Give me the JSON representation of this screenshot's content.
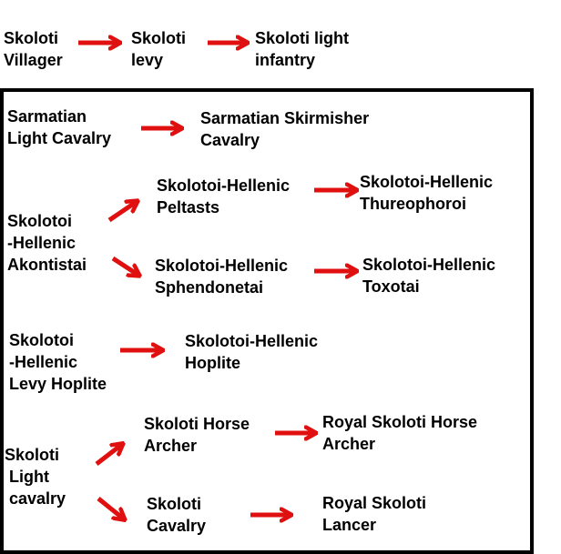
{
  "colors": {
    "arrow": "#e01010",
    "text": "#000000",
    "border": "#000000"
  },
  "top_chain": [
    {
      "lines": [
        "Skoloti",
        "Villager"
      ]
    },
    {
      "lines": [
        "Skoloti",
        "levy"
      ]
    },
    {
      "lines": [
        "Skoloti light",
        "infantry"
      ]
    }
  ],
  "sarmatian": [
    {
      "lines": [
        "Sarmatian",
        "Light Cavalry"
      ]
    },
    {
      "lines": [
        "Sarmatian Skirmisher",
        "Cavalry"
      ]
    }
  ],
  "akontistai": {
    "root": {
      "lines": [
        "Skolotoi",
        "-Hellenic",
        "Akontistai"
      ]
    },
    "peltasts": {
      "lines": [
        "Skolotoi-Hellenic",
        "Peltasts"
      ]
    },
    "thureophoroi": {
      "lines": [
        "Skolotoi-Hellenic",
        "Thureophoroi"
      ]
    },
    "sphendonetai": {
      "lines": [
        "Skolotoi-Hellenic",
        "Sphendonetai"
      ]
    },
    "toxotai": {
      "lines": [
        "Skolotoi-Hellenic",
        "Toxotai"
      ]
    }
  },
  "hoplite": [
    {
      "lines": [
        "Skolotoi",
        "-Hellenic",
        "Levy Hoplite"
      ]
    },
    {
      "lines": [
        "Skolotoi-Hellenic",
        "Hoplite"
      ]
    }
  ],
  "cavalry": {
    "root": {
      "lines": [
        "Skoloti",
        "Light",
        "cavalry"
      ]
    },
    "horse_archer": {
      "lines": [
        "Skoloti Horse",
        "Archer"
      ]
    },
    "royal_horse_archer": {
      "lines": [
        "Royal Skoloti Horse",
        "Archer"
      ]
    },
    "skoloti_cavalry": {
      "lines": [
        "Skoloti",
        "Cavalry"
      ]
    },
    "royal_lancer": {
      "lines": [
        "Royal Skoloti",
        "Lancer"
      ]
    }
  }
}
